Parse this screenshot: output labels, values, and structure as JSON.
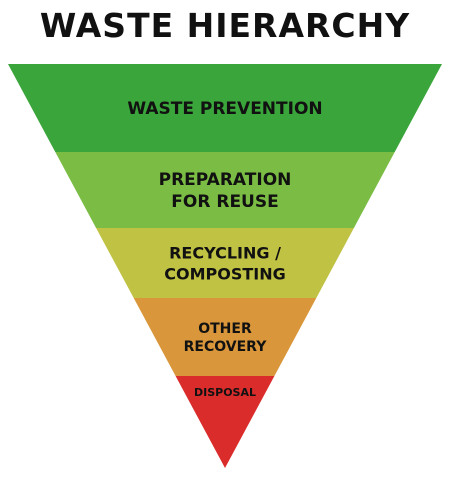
{
  "title": "WASTE HIERARCHY",
  "tiers": [
    {
      "lines": [
        "WASTE PREVENTION"
      ],
      "color": "#3aa53a"
    },
    {
      "lines": [
        "PREPARATION",
        "FOR REUSE"
      ],
      "color": "#7bbd44"
    },
    {
      "lines": [
        "RECYCLING /",
        "COMPOSTING"
      ],
      "color": "#c0c243"
    },
    {
      "lines": [
        "OTHER",
        "RECOVERY"
      ],
      "color": "#d9963a"
    },
    {
      "lines": [
        "DISPOSAL"
      ],
      "color": "#db2c2c"
    }
  ]
}
